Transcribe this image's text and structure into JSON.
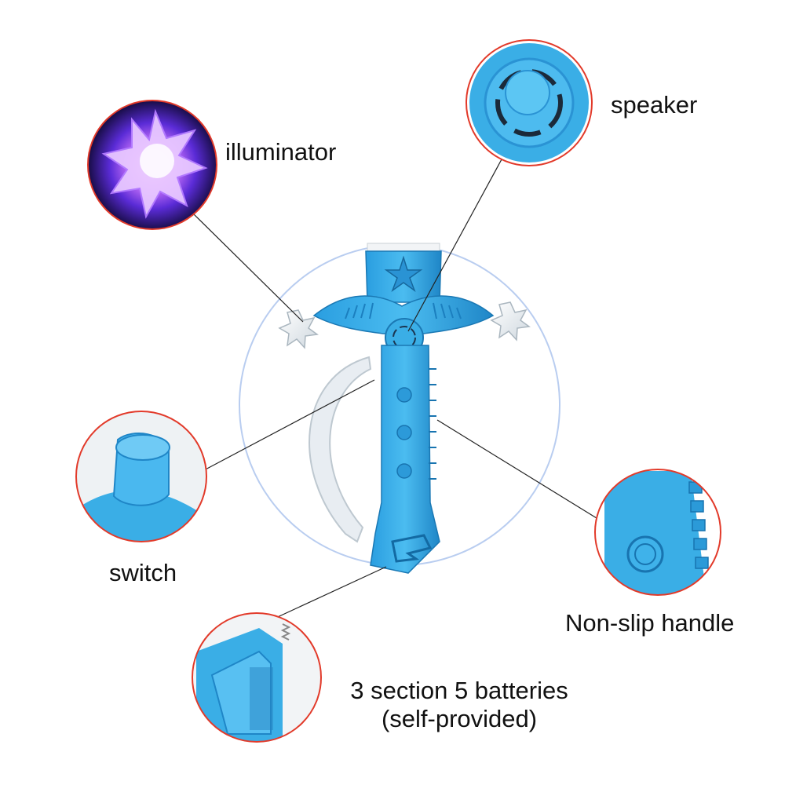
{
  "callouts": {
    "illuminator": "illuminator",
    "speaker": "speaker",
    "switch": "switch",
    "handle": "Non-slip handle",
    "batteries_line1": "3 section 5 batteries",
    "batteries_line2": "(self-provided)"
  },
  "colors": {
    "toy_blue": "#3aaee6",
    "toy_blue_dark": "#1f86c7",
    "ring_blue": "#b9cdf0",
    "detail_circle_border": "#e23a2a",
    "leader_line": "#222222",
    "crystal": "#e9eef2"
  },
  "icons": {
    "star_emblem": "star-icon",
    "battery_emblem": "lightning-emblem-icon"
  }
}
